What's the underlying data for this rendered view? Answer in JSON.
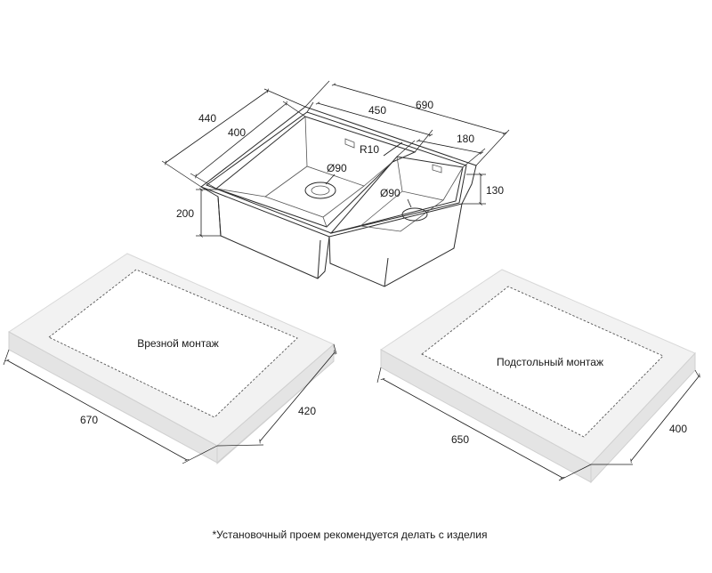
{
  "sink": {
    "dimensions": {
      "overall_width": "690",
      "overall_depth": "440",
      "main_bowl_width": "450",
      "main_bowl_depth": "400",
      "small_bowl_width": "180",
      "main_bowl_height": "200",
      "small_bowl_height": "130",
      "corner_radius": "R10",
      "main_drain": "Ø90",
      "small_drain": "Ø90"
    }
  },
  "flush_mount": {
    "label": "Врезной монтаж",
    "width": "670",
    "depth": "420"
  },
  "undermount": {
    "label": "Подстольный монтаж",
    "width": "650",
    "depth": "400"
  },
  "footnote": "*Установочный проем рекомендуется делать с изделия"
}
